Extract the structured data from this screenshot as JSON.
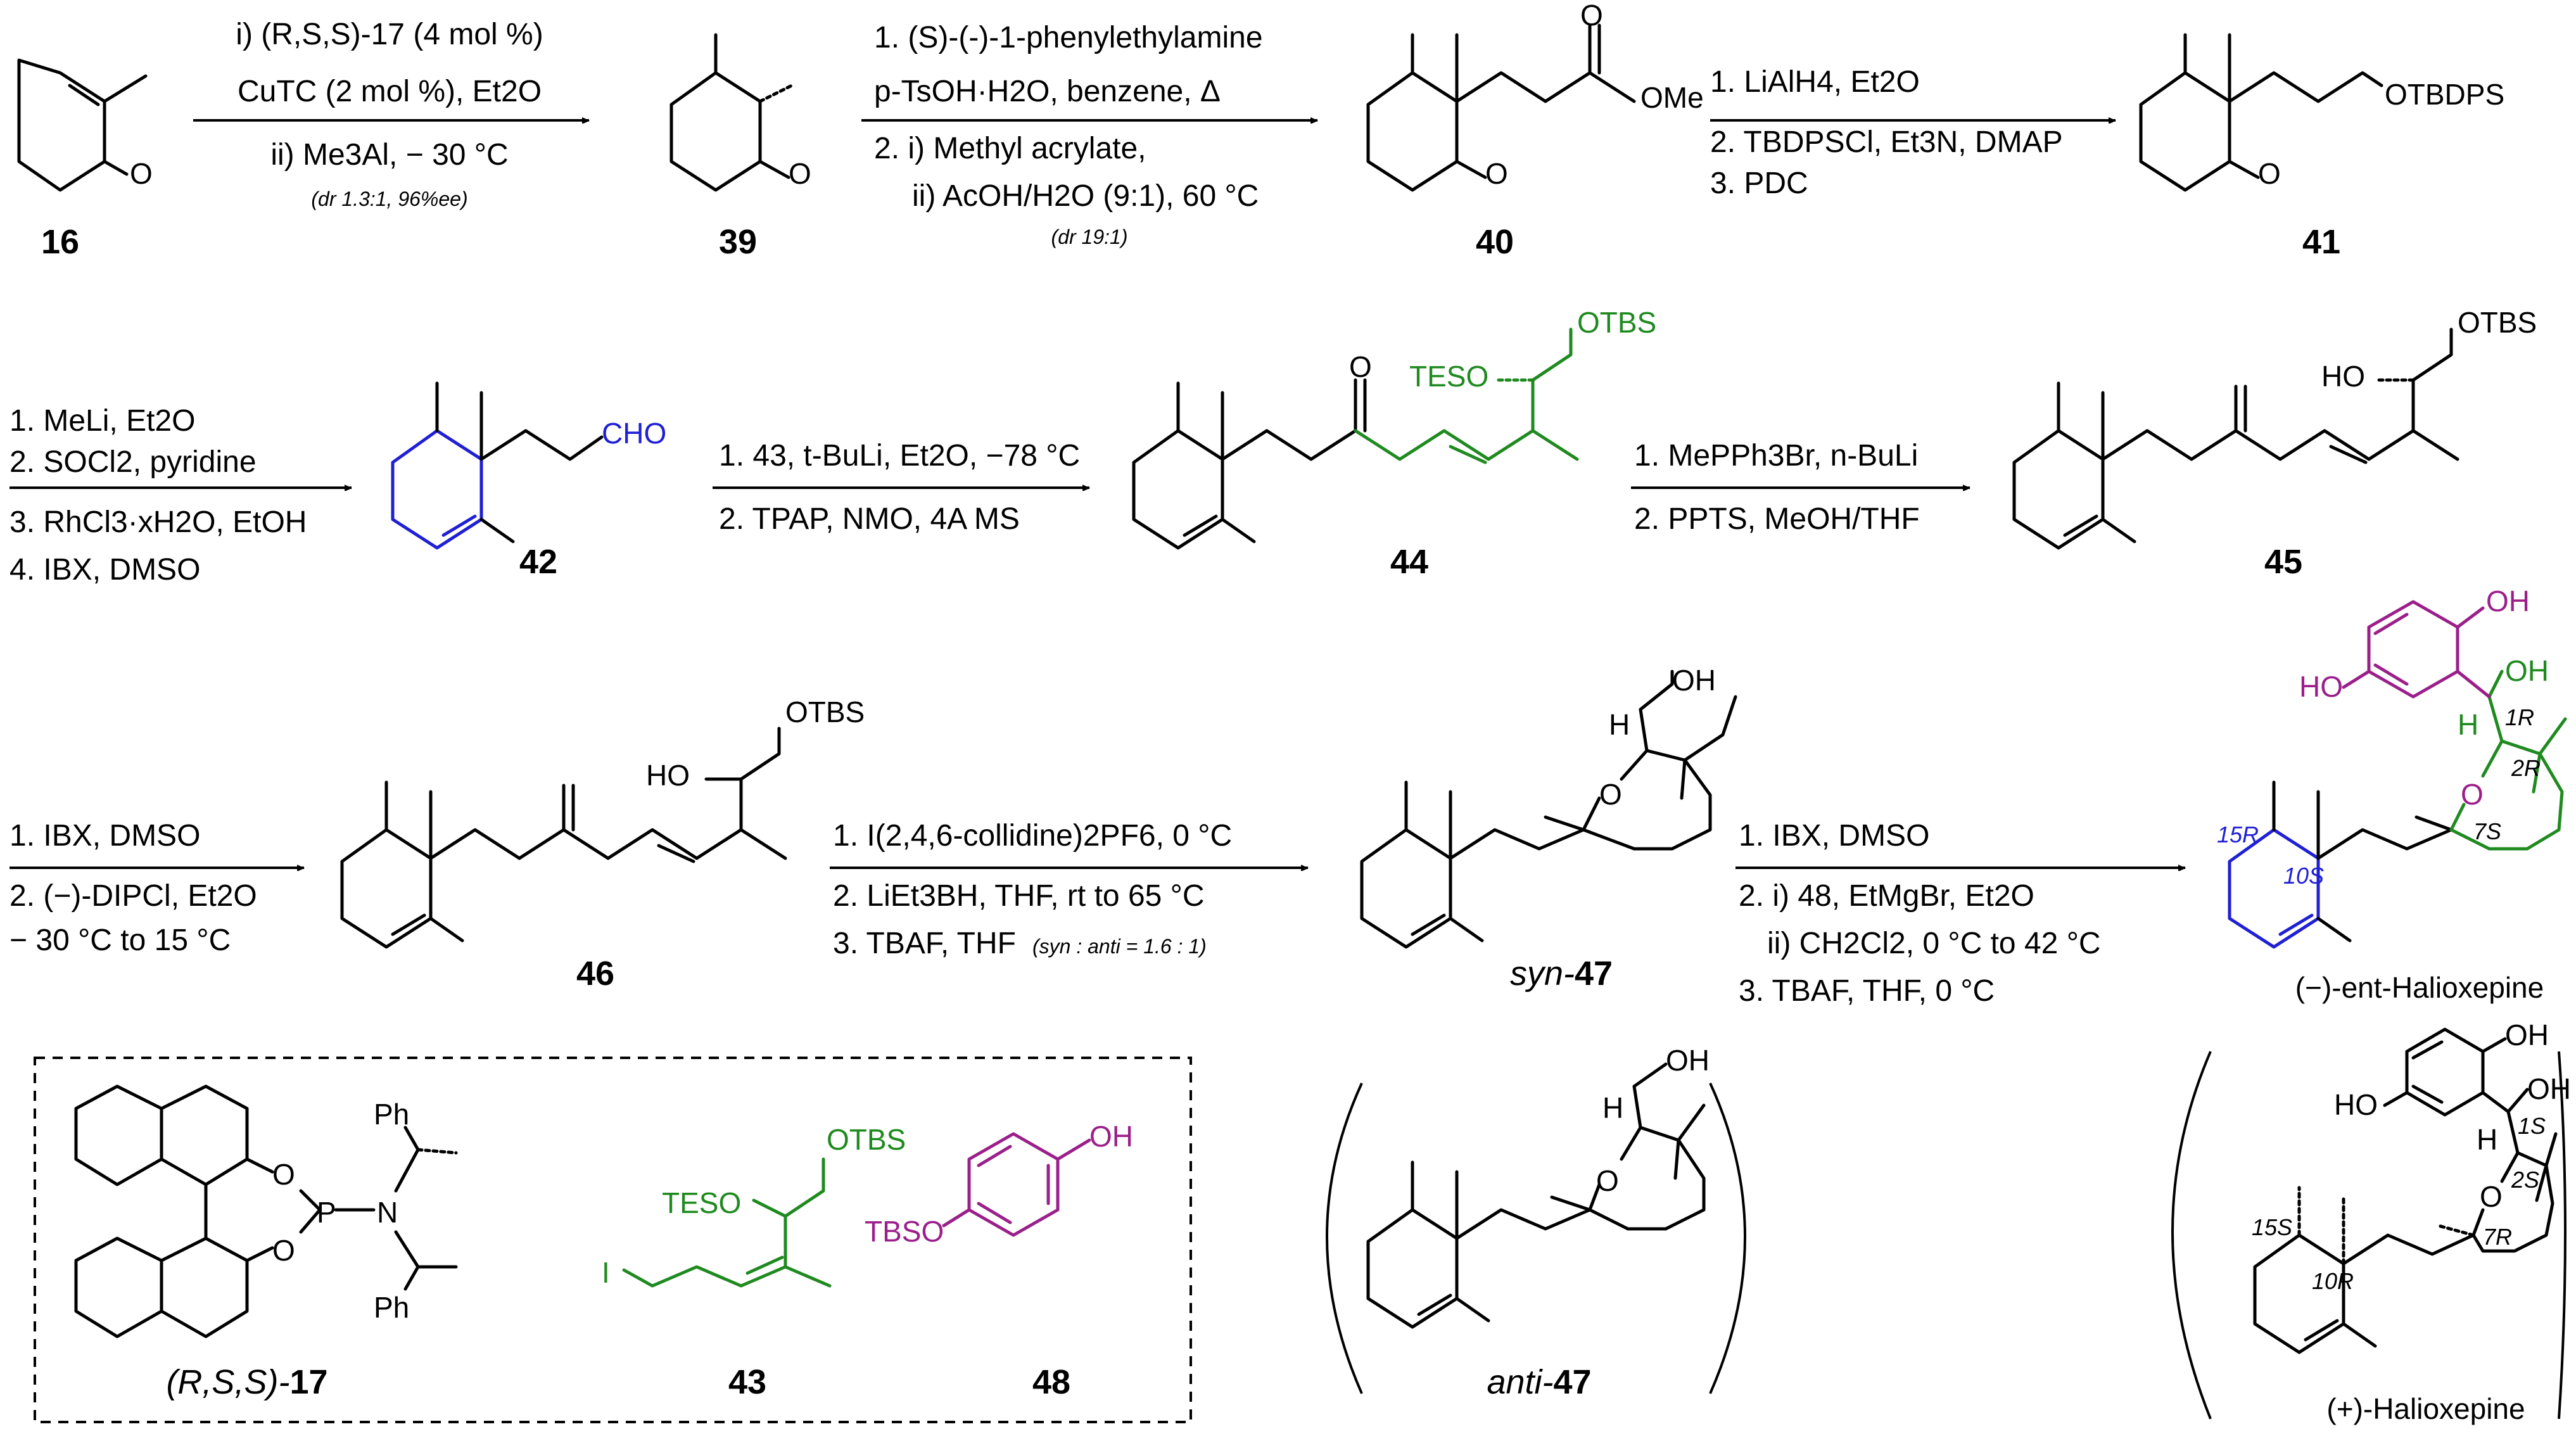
{
  "colors": {
    "black": "#000000",
    "blue": "#1f1fd6",
    "green": "#1f8a1f",
    "purple": "#9b1f8a"
  },
  "compounds": {
    "c16": "16",
    "c39": "39",
    "c40": "40",
    "c41": "41",
    "c42": "42",
    "c44": "44",
    "c45": "45",
    "c46": "46",
    "c43": "43",
    "c48": "48",
    "syn47_prefix": "syn-",
    "syn47_num": "47",
    "anti47_prefix": "anti-",
    "anti47_num": "47",
    "c17_prefix": "(R,S,S)-",
    "c17_num": "17",
    "ent_halioxepine": "(−)-ent-Halioxepine",
    "halioxepine": "(+)-Halioxepine"
  },
  "atoms": {
    "O": "O",
    "OMe": "OMe",
    "OTBDPS": "OTBDPS",
    "CHO": "CHO",
    "OTBS": "OTBS",
    "TESO": "TESO",
    "HO": "HO",
    "OH": "OH",
    "H": "H",
    "TBSO": "TBSO",
    "I": "I",
    "P": "P",
    "N": "N",
    "Ph": "Ph"
  },
  "stereo_labels": {
    "ent": [
      "1R",
      "2R",
      "7S",
      "10S",
      "15R"
    ],
    "nat": [
      "1S",
      "2S",
      "7R",
      "10R",
      "15S"
    ]
  },
  "step1": {
    "line1": "i) (R,S,S)-17 (4 mol %)",
    "line2": "CuTC (2 mol %), Et2O",
    "line3": "ii) Me3Al, − 30 °C",
    "note": "(dr 1.3:1, 96%ee)"
  },
  "step2": {
    "line1": "1. (S)-(-)-1-phenylethylamine",
    "line2": "p-TsOH·H2O, benzene, Δ",
    "line3": "2. i) Methyl acrylate,",
    "line4": "ii) AcOH/H2O (9:1), 60 °C",
    "note": "(dr 19:1)"
  },
  "step3": {
    "line1": "1. LiAlH4, Et2O",
    "line2": "2. TBDPSCl, Et3N, DMAP",
    "line3": "3. PDC"
  },
  "step4": {
    "line1": "1. MeLi, Et2O",
    "line2": "2. SOCl2, pyridine",
    "line3": "3. RhCl3·xH2O, EtOH",
    "line4": "4. IBX, DMSO"
  },
  "step5": {
    "line1": "1. 43, t-BuLi, Et2O, −78 °C",
    "line2": "2. TPAP, NMO, 4A MS"
  },
  "step6": {
    "line1": "1. MePPh3Br, n-BuLi",
    "line2": "2. PPTS, MeOH/THF"
  },
  "step7": {
    "line1": "1. IBX, DMSO",
    "line2": "2. (−)-DIPCl, Et2O",
    "line3": "− 30 °C to 15 °C"
  },
  "step8": {
    "line1": "1. I(2,4,6-collidine)2PF6, 0 °C",
    "line2": "2. LiEt3BH, THF, rt to 65 °C",
    "line3": "3. TBAF, THF",
    "note": "(syn : anti = 1.6 : 1)"
  },
  "step9": {
    "line1": "1. IBX, DMSO",
    "line2": "2. i) 48, EtMgBr, Et2O",
    "line3": "ii) CH2Cl2, 0 °C to 42 °C",
    "line4": "3. TBAF, THF, 0 °C"
  }
}
